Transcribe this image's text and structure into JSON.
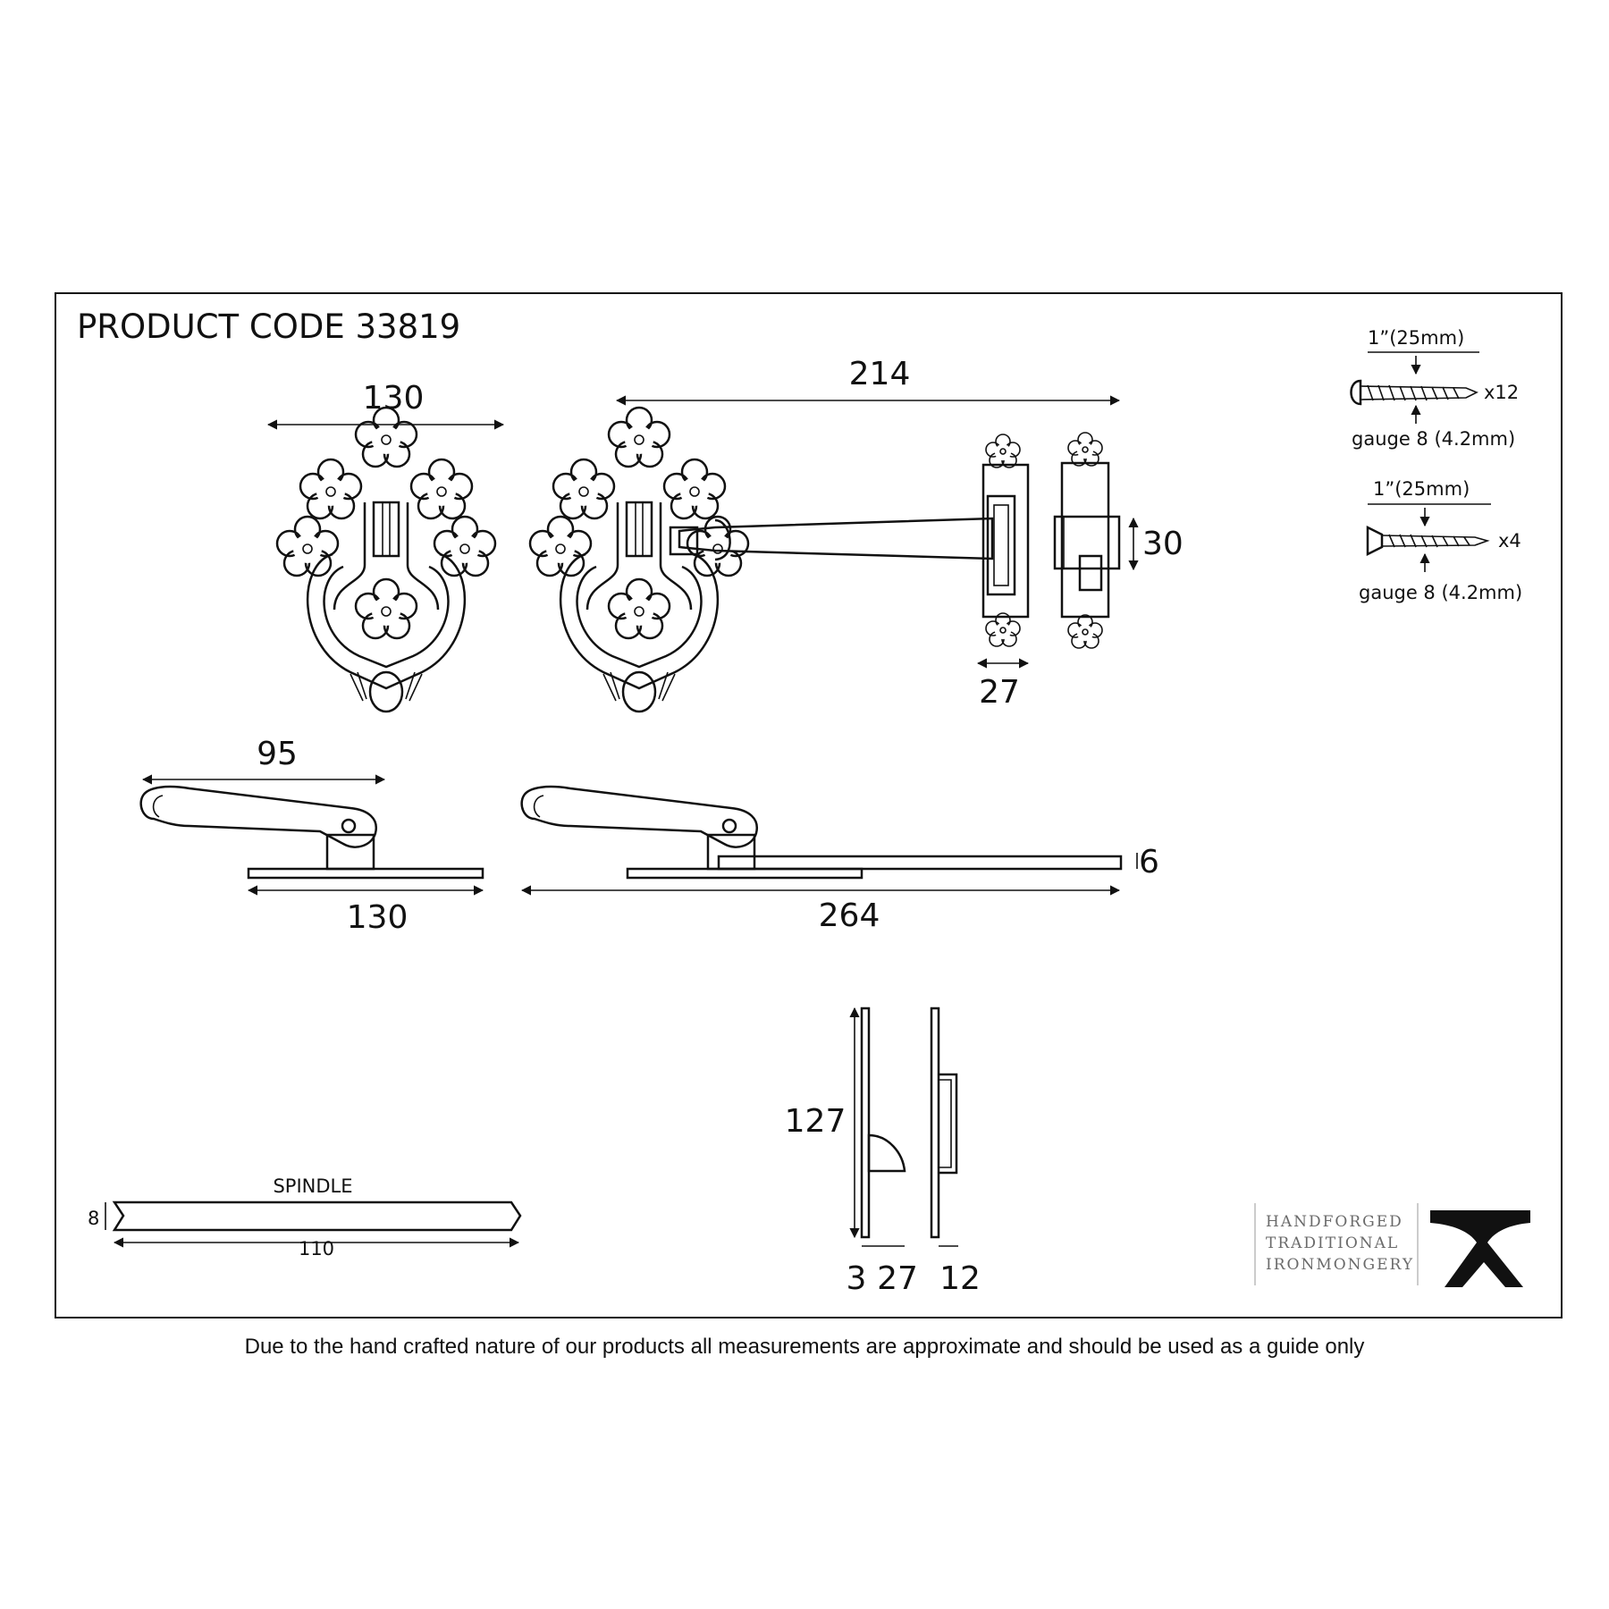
{
  "product_code": "PRODUCT CODE 33819",
  "dimensions": {
    "front_width": "130",
    "overall_length": "214",
    "bar_height": "30",
    "keep_width": "27",
    "handle_reach": "95",
    "base_width": "130",
    "side_length": "264",
    "plate_thickness": "6",
    "keep_height": "127",
    "keep_thickness": "3",
    "keep_depth": "27",
    "staple_depth": "12"
  },
  "spindle": {
    "label": "SPINDLE",
    "height": "8",
    "length": "110"
  },
  "screws": [
    {
      "length": "1”(25mm)",
      "quantity": "x12",
      "gauge": "gauge 8 (4.2mm)"
    },
    {
      "length": "1”(25mm)",
      "quantity": "x4",
      "gauge": "gauge 8 (4.2mm)"
    }
  ],
  "brand": {
    "lines": [
      "HANDFORGED",
      "TRADITIONAL",
      "IRONMONGERY"
    ]
  },
  "disclaimer": "Due to the hand crafted nature of our products all measurements are approximate and should be used as a guide only"
}
